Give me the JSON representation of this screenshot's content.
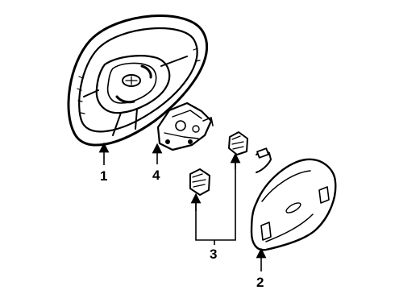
{
  "diagram": {
    "parts": [
      {
        "id": "steering-wheel",
        "callout": "1"
      },
      {
        "id": "steering-column-shroud",
        "callout": "2"
      },
      {
        "id": "wheel-switches",
        "callout": "3"
      },
      {
        "id": "air-bag-coil-bracket",
        "callout": "4"
      }
    ]
  }
}
